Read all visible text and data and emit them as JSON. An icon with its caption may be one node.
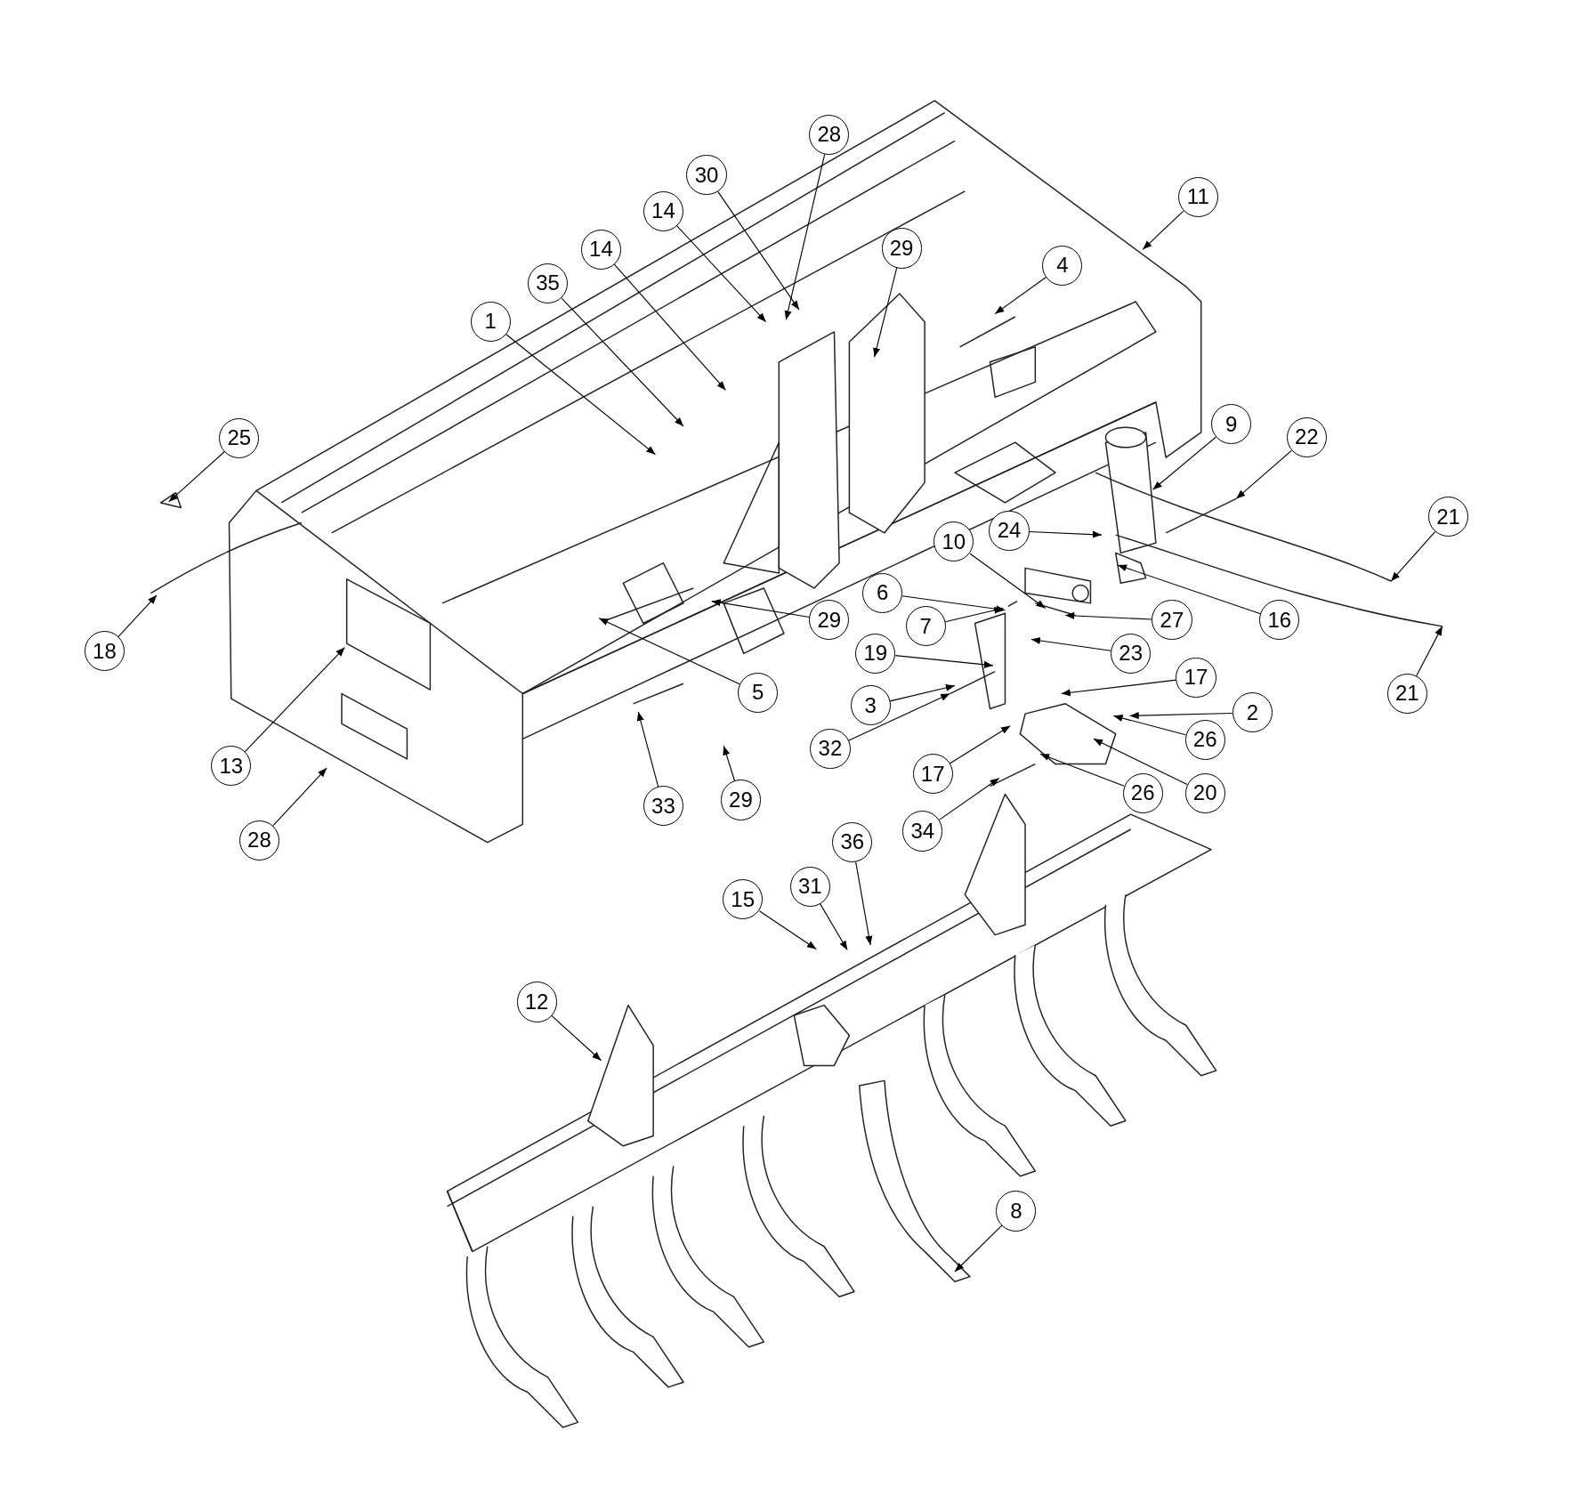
{
  "diagram": {
    "nodes": [
      {
        "text": [
          "28"
        ]
      },
      {
        "text": [
          "30"
        ]
      },
      {
        "text": [
          "14"
        ]
      },
      {
        "text": [
          "11"
        ]
      },
      {
        "text": [
          "29"
        ]
      },
      {
        "text": [
          "14"
        ]
      },
      {
        "text": [
          "4"
        ]
      },
      {
        "text": [
          "35"
        ]
      },
      {
        "text": [
          "1"
        ]
      },
      {
        "text": [
          "9"
        ]
      },
      {
        "text": [
          "22"
        ]
      },
      {
        "text": [
          "25"
        ]
      },
      {
        "text": [
          "21"
        ]
      },
      {
        "text": [
          "24"
        ]
      },
      {
        "text": [
          "10"
        ]
      },
      {
        "text": [
          "6"
        ]
      },
      {
        "text": [
          "29"
        ]
      },
      {
        "text": [
          "7"
        ]
      },
      {
        "text": [
          "27"
        ]
      },
      {
        "text": [
          "16"
        ]
      },
      {
        "text": [
          "18"
        ]
      },
      {
        "text": [
          "19"
        ]
      },
      {
        "text": [
          "23"
        ]
      },
      {
        "text": [
          "17"
        ]
      },
      {
        "text": [
          "5"
        ]
      },
      {
        "text": [
          "21"
        ]
      },
      {
        "text": [
          "3"
        ]
      },
      {
        "text": [
          "2"
        ]
      },
      {
        "text": [
          "26"
        ]
      },
      {
        "text": [
          "32"
        ]
      },
      {
        "text": [
          "13"
        ]
      },
      {
        "text": [
          "17"
        ]
      },
      {
        "text": [
          "20"
        ]
      },
      {
        "text": [
          "26"
        ]
      },
      {
        "text": [
          "29"
        ]
      },
      {
        "text": [
          "33"
        ]
      },
      {
        "text": [
          "34"
        ]
      },
      {
        "text": [
          "28"
        ]
      },
      {
        "text": [
          "36"
        ]
      },
      {
        "text": [
          "31"
        ]
      },
      {
        "text": [
          "15"
        ]
      },
      {
        "text": [
          "12"
        ]
      },
      {
        "text": [
          "8"
        ]
      }
    ],
    "edges": [
      {
        "from": 0,
        "to": null,
        "arrow": "to"
      },
      {
        "from": 1,
        "to": null,
        "arrow": "to"
      },
      {
        "from": 2,
        "to": null,
        "arrow": "to"
      },
      {
        "from": 3,
        "to": null,
        "arrow": "to"
      },
      {
        "from": 4,
        "to": null,
        "arrow": "to"
      },
      {
        "from": 5,
        "to": null,
        "arrow": "to"
      },
      {
        "from": 6,
        "to": null,
        "arrow": "to"
      },
      {
        "from": 7,
        "to": null,
        "arrow": "to"
      },
      {
        "from": 8,
        "to": null,
        "arrow": "to"
      },
      {
        "from": 9,
        "to": null,
        "arrow": "to"
      },
      {
        "from": 10,
        "to": null,
        "arrow": "to"
      },
      {
        "from": 11,
        "to": null,
        "arrow": "to"
      },
      {
        "from": 12,
        "to": null,
        "arrow": "to"
      },
      {
        "from": 13,
        "to": null,
        "arrow": "to"
      },
      {
        "from": 14,
        "to": null,
        "arrow": "to"
      },
      {
        "from": 15,
        "to": null,
        "arrow": "to"
      },
      {
        "from": 16,
        "to": null,
        "arrow": "to"
      },
      {
        "from": 17,
        "to": null,
        "arrow": "to"
      },
      {
        "from": 18,
        "to": null,
        "arrow": "to"
      },
      {
        "from": 19,
        "to": null,
        "arrow": "to"
      },
      {
        "from": 20,
        "to": null,
        "arrow": "to"
      },
      {
        "from": 21,
        "to": null,
        "arrow": "to"
      },
      {
        "from": 22,
        "to": null,
        "arrow": "to"
      },
      {
        "from": 23,
        "to": null,
        "arrow": "to"
      },
      {
        "from": 24,
        "to": null,
        "arrow": "to"
      },
      {
        "from": 25,
        "to": null,
        "arrow": "to"
      },
      {
        "from": 26,
        "to": null,
        "arrow": "to"
      },
      {
        "from": 27,
        "to": null,
        "arrow": "to"
      },
      {
        "from": 28,
        "to": null,
        "arrow": "to"
      },
      {
        "from": 29,
        "to": null,
        "arrow": "to"
      },
      {
        "from": 30,
        "to": null,
        "arrow": "to"
      },
      {
        "from": 31,
        "to": null,
        "arrow": "to"
      },
      {
        "from": 32,
        "to": null,
        "arrow": "to"
      },
      {
        "from": 33,
        "to": null,
        "arrow": "to"
      },
      {
        "from": 34,
        "to": null,
        "arrow": "to"
      },
      {
        "from": 35,
        "to": null,
        "arrow": "to"
      },
      {
        "from": 36,
        "to": null,
        "arrow": "to"
      },
      {
        "from": 37,
        "to": null,
        "arrow": "to"
      },
      {
        "from": 38,
        "to": null,
        "arrow": "to"
      },
      {
        "from": 39,
        "to": null,
        "arrow": "to"
      },
      {
        "from": 40,
        "to": null,
        "arrow": "to"
      },
      {
        "from": 41,
        "to": null,
        "arrow": "to"
      },
      {
        "from": 42,
        "to": null,
        "arrow": "to"
      }
    ]
  }
}
